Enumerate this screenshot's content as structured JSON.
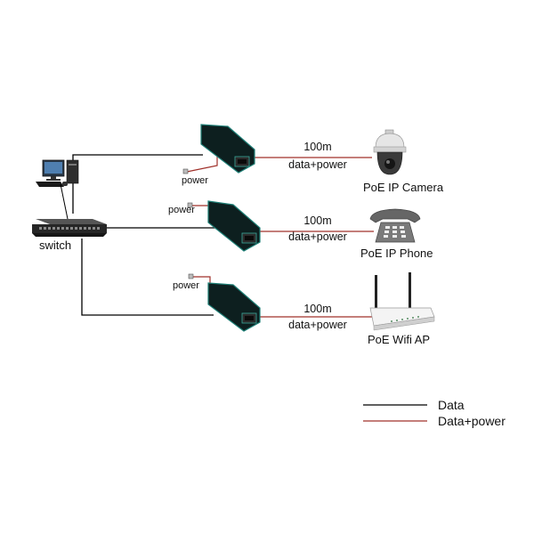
{
  "devices": {
    "switch_label": "switch",
    "camera_label": "PoE IP Camera",
    "phone_label": "PoE IP  Phone",
    "ap_label": "PoE Wifi AP"
  },
  "links": [
    {
      "distance": "100m",
      "type": "data+power"
    },
    {
      "distance": "100m",
      "type": "data+power"
    },
    {
      "distance": "100m",
      "type": "data+power"
    }
  ],
  "power_labels": [
    "power",
    "power",
    "power"
  ],
  "legend": {
    "data_label": "Data",
    "data_power_label": "Data+power",
    "data_color": "#000000",
    "data_power_color": "#a0302a"
  },
  "colors": {
    "injector_body": "#0d1f1f",
    "injector_edge": "#1f7f76"
  }
}
